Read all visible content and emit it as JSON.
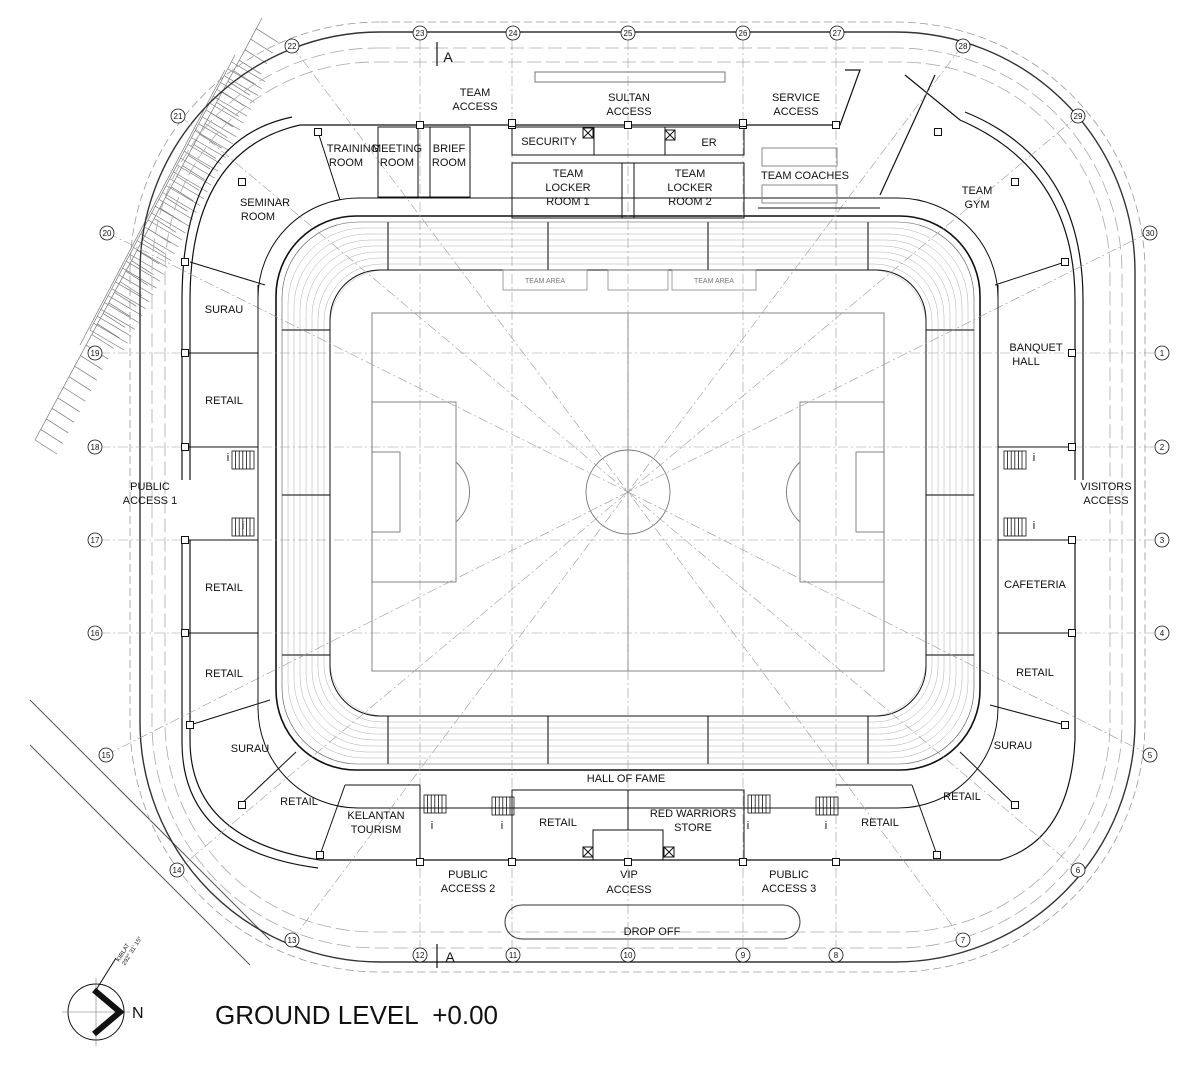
{
  "rooms": {
    "team_access": [
      "TEAM",
      "ACCESS"
    ],
    "sultan_access": [
      "SULTAN",
      "ACCESS"
    ],
    "service_access": [
      "SERVICE",
      "ACCESS"
    ],
    "training_room": [
      "TRAINING",
      "ROOM"
    ],
    "meeting_room": [
      "MEETING",
      "ROOM"
    ],
    "brief_room": [
      "BRIEF",
      "ROOM"
    ],
    "security": "SECURITY",
    "er": "ER",
    "locker_1": [
      "TEAM",
      "LOCKER",
      "ROOM 1"
    ],
    "locker_2": [
      "TEAM",
      "LOCKER",
      "ROOM 2"
    ],
    "team_coaches": "TEAM COACHES",
    "team_gym": [
      "TEAM",
      "GYM"
    ],
    "seminar_room": [
      "SEMINAR",
      "ROOM"
    ],
    "team_area_1": "TEAM AREA",
    "team_area_2": "TEAM AREA",
    "surau_w": "SURAU",
    "retail_w1": "RETAIL",
    "public_access_1": [
      "PUBLIC",
      "ACCESS 1"
    ],
    "retail_w2": "RETAIL",
    "retail_w3": "RETAIL",
    "surau_sw": "SURAU",
    "retail_sw": "RETAIL",
    "kelantan_tourism": [
      "KELANTAN",
      "TOURISM"
    ],
    "hall_of_fame": "HALL OF FAME",
    "retail_s": "RETAIL",
    "red_warriors": [
      "RED WARRIORS",
      "STORE"
    ],
    "retail_se": "RETAIL",
    "retail_e_low": "RETAIL",
    "surau_se": "SURAU",
    "retail_e": "RETAIL",
    "cafeteria": "CAFETERIA",
    "visitors_access": [
      "VISITORS",
      "ACCESS"
    ],
    "banquet_hall": [
      "BANQUET",
      "HALL"
    ],
    "public_access_2": [
      "PUBLIC",
      "ACCESS 2"
    ],
    "vip_access": [
      "VIP",
      "ACCESS"
    ],
    "public_access_3": [
      "PUBLIC",
      "ACCESS 3"
    ],
    "drop_off": "DROP OFF",
    "info": "i"
  },
  "grid_labels": {
    "top": [
      "22",
      "23",
      "24",
      "25",
      "26",
      "27",
      "28",
      "29"
    ],
    "bottom": [
      "12",
      "11",
      "10",
      "9",
      "8"
    ],
    "left": [
      "21",
      "20",
      "19",
      "18",
      "17",
      "16",
      "15",
      "14",
      "13"
    ],
    "right": [
      "30",
      "1",
      "2",
      "3",
      "4",
      "5",
      "6",
      "7"
    ]
  },
  "section_marker": "A",
  "title": "GROUND LEVEL  +0.00",
  "north": {
    "label": "N",
    "note": [
      "KIBLAT",
      "292° 31' 15\""
    ]
  },
  "colors": {
    "line": "#111111",
    "grid": "#888888",
    "light": "#aaaaaa"
  }
}
